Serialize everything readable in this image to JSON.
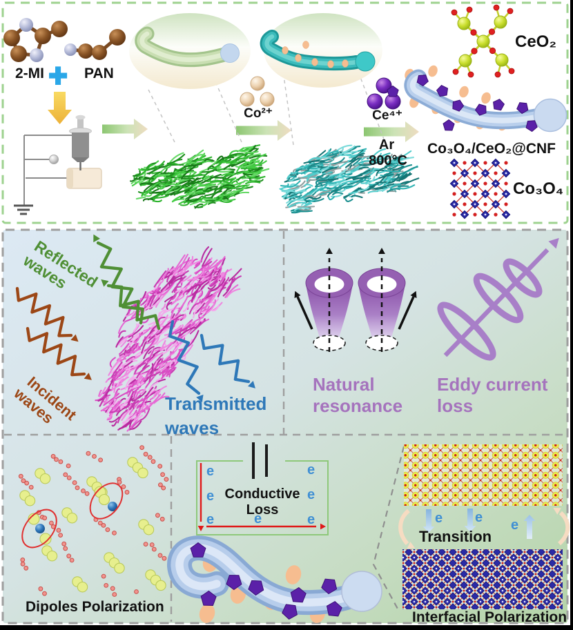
{
  "synthesis": {
    "monomer": "2-MI",
    "plus": "+",
    "polymer": "PAN",
    "cobalt_ion": "Co²⁺",
    "cerium_ion": "Ce⁴⁺",
    "atmosphere": "Ar",
    "temperature": "800°C",
    "ceria_label": "CeO₂",
    "cobalt_oxide_label": "Co₃O₄",
    "product_label": "Co₃O₄/CeO₂@CNF"
  },
  "mechanisms": {
    "reflected": [
      "Reflected",
      "waves"
    ],
    "incident": [
      "Incident",
      "waves"
    ],
    "transmitted": [
      "Transmitted",
      "waves"
    ],
    "natural_resonance": [
      "Natural",
      "resonance"
    ],
    "eddy_current": [
      "Eddy current",
      "loss"
    ],
    "dipoles_label": "Dipoles Polarization",
    "conductive": [
      "Conductive",
      "Loss"
    ],
    "electron": "e",
    "transition_label": "Transition",
    "interfacial_label": "Interfacial Polarization"
  },
  "colors": {
    "top_border": "#9ed28f",
    "bottom_border": "#9e9e9e",
    "plus_blue": "#2aa7e8",
    "mix_arrow_yellow": "#f3c84a",
    "process_arrow_green": "#a5d08a",
    "mat_green": [
      "#1e8f1e",
      "#2db32d",
      "#45cc45",
      "#187818",
      "#64d864"
    ],
    "mat_teal": [
      "#1d9090",
      "#2fb3b3",
      "#52cccc",
      "#157575",
      "#7adada",
      "#90a0a0"
    ],
    "mat_pink": [
      "#e668d4",
      "#d94cc4",
      "#ef86e0",
      "#c83cb2",
      "#f4a8ec",
      "#b82aa0"
    ],
    "wave_reflected": "#4f8f35",
    "wave_incident": "#9c4716",
    "wave_transmitted": "#2e78b8",
    "purple_text": "#a573bd",
    "purple_coil": "#a87fc8",
    "purple_particle": "#5b21a8",
    "orange_dot": "#f6bd90",
    "electron_blue": "#3f8fd4",
    "circuit_green": "#8ec87a",
    "red": "#e01818",
    "peach": "#f6dcc2",
    "fiber_blue": "#b7cdeb",
    "fiber_green": "#cfe3bb",
    "fiber_teal": "#3fc2c2",
    "sphere_brown": "#8a5526",
    "sphere_lavender": "#b4bad8",
    "sphere_tan": "#ecd2b0",
    "sphere_purple": "#7a2ec2",
    "ceo2_yellow": "#cadf2e",
    "co3o4_blue": "#2b2ba6",
    "bond_red": "#d42020",
    "dipole_red": "#f1948e",
    "dipole_yellow": "#e7ef8e",
    "dipole_blue": "#2f77bb",
    "dipole_ring": "#e03030"
  }
}
